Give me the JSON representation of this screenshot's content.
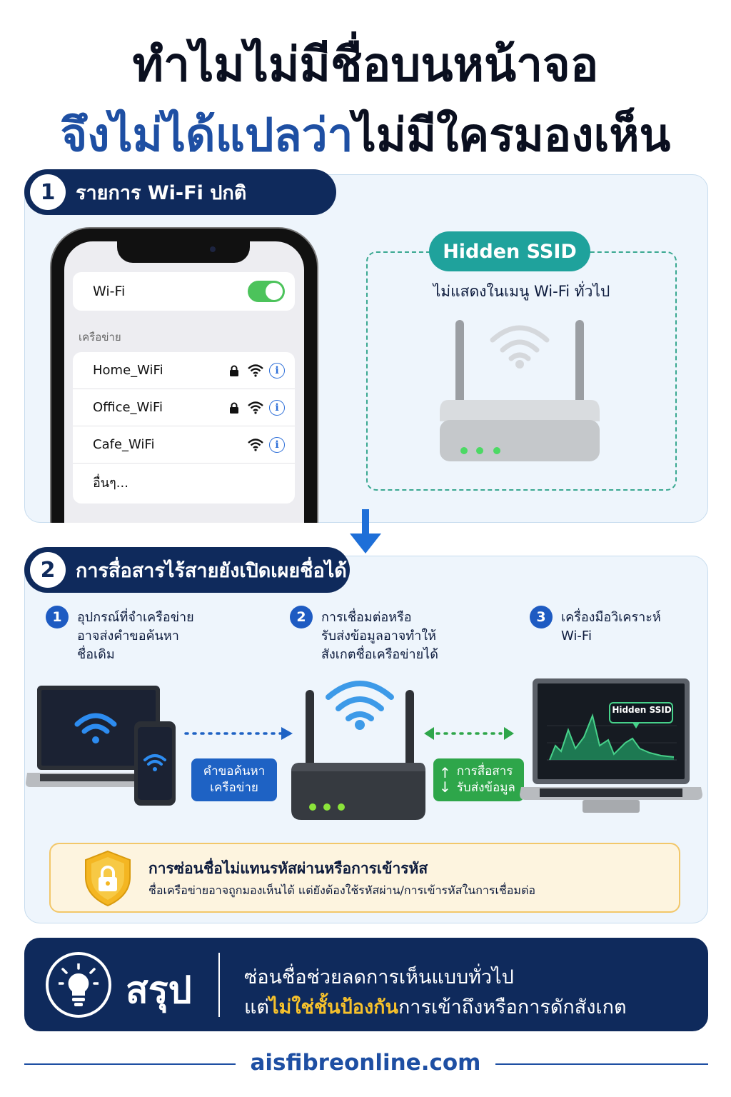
{
  "title": {
    "line1": "ทำไมไม่มีชื่อบนหน้าจอ",
    "line2_blue": "จึงไม่ได้แปลว่า",
    "line2_dark": "ไม่มีใครมองเห็น"
  },
  "section1": {
    "number": "1",
    "label": "รายการ Wi-Fi ปกติ",
    "phone": {
      "wifi_label": "Wi-Fi",
      "wifi_on": true,
      "networks_title": "เครือข่าย",
      "networks": [
        {
          "name": "Home_WiFi",
          "locked": true
        },
        {
          "name": "Office_WiFi",
          "locked": true
        },
        {
          "name": "Cafe_WiFi",
          "locked": false
        }
      ],
      "other": "อื่นๆ..."
    },
    "hidden": {
      "badge": "Hidden SSID",
      "caption": "ไม่แสดงในเมนู Wi-Fi ทั่วไป"
    }
  },
  "section2": {
    "number": "2",
    "label": "การสื่อสารไร้สายยังเปิดเผยชื่อได้",
    "steps": [
      {
        "num": "1",
        "lines": [
          "อุปกรณ์ที่จำเครือข่าย",
          "อาจส่งคำขอค้นหา",
          "ชื่อเดิม"
        ]
      },
      {
        "num": "2",
        "lines": [
          "การเชื่อมต่อหรือ",
          "รับส่งข้อมูลอาจทำให้",
          "สังเกตชื่อเครือข่ายได้"
        ]
      },
      {
        "num": "3",
        "lines": [
          "เครื่องมือวิเคราะห์",
          "Wi-Fi"
        ]
      }
    ],
    "tag_probe": [
      "คำขอค้นหา",
      "เครือข่าย"
    ],
    "tag_comm": [
      "การสื่อสาร",
      "รับส่งข้อมูล"
    ],
    "analyzer_badge": "Hidden SSID",
    "note_title": "การซ่อนชื่อไม่แทนรหัสผ่านหรือการเข้ารหัส",
    "note_sub": "ชื่อเครือข่ายอาจถูกมองเห็นได้ แต่ยังต้องใช้รหัสผ่าน/การเข้ารหัสในการเชื่อมต่อ"
  },
  "summary": {
    "title": "สรุป",
    "line1": "ซ่อนชื่อช่วยลดการเห็นแบบทั่วไป",
    "line2_pre": "แต่",
    "line2_highlight": "ไม่ใช่ชั้นป้องกัน",
    "line2_post": "การเข้าถึงหรือการดักสังเกต"
  },
  "footer": "aisfibreonline.com",
  "colors": {
    "navy": "#0f2a5c",
    "blue": "#1e4fa3",
    "teal": "#1fa29c",
    "green": "#2ea64a",
    "yellow": "#f6c12c"
  }
}
